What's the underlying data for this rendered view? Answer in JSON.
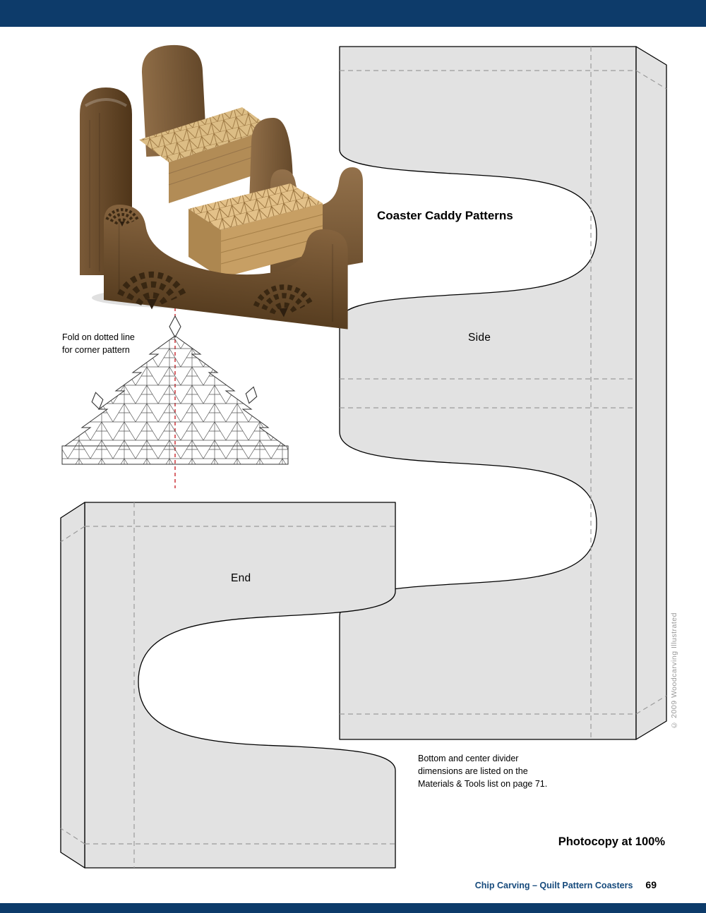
{
  "page": {
    "title": "Coaster Caddy Patterns",
    "photocopy_note": "Photocopy at 100%",
    "copyright": "© 2009 Woodcarving Illustrated",
    "footer": {
      "series": "Chip Carving – Quilt Pattern Coasters",
      "page_number": "69"
    }
  },
  "labels": {
    "side": "Side",
    "end": "End"
  },
  "notes": {
    "fold_line1": "Fold on dotted line",
    "fold_line2": "for corner pattern",
    "divider": "Bottom and center divider dimensions are listed on the Materials & Tools list on page 71."
  },
  "colors": {
    "banner_blue": "#0d3b6a",
    "pattern_gray": "#e2e2e2",
    "fold_red": "#c9252c",
    "footer_blue": "#164a7c"
  }
}
